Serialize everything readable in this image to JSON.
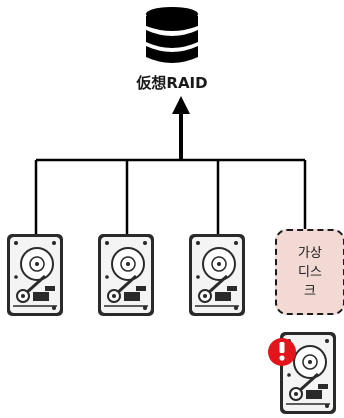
{
  "diagram": {
    "raid_label": "仮想RAID",
    "virtual_disk_lines": [
      "가상",
      "디스",
      "크"
    ],
    "icons": {
      "top": "database-icon",
      "disk": "hard-drive-icon",
      "failed": "failed-drive-icon",
      "alert": "exclamation-icon"
    },
    "colors": {
      "line": "#000000",
      "virtual_disk_fill": "#f3d9d4",
      "alert": "#e3141b",
      "drive_body": "#f4f4f4",
      "drive_dark": "#2a2a2a"
    }
  }
}
